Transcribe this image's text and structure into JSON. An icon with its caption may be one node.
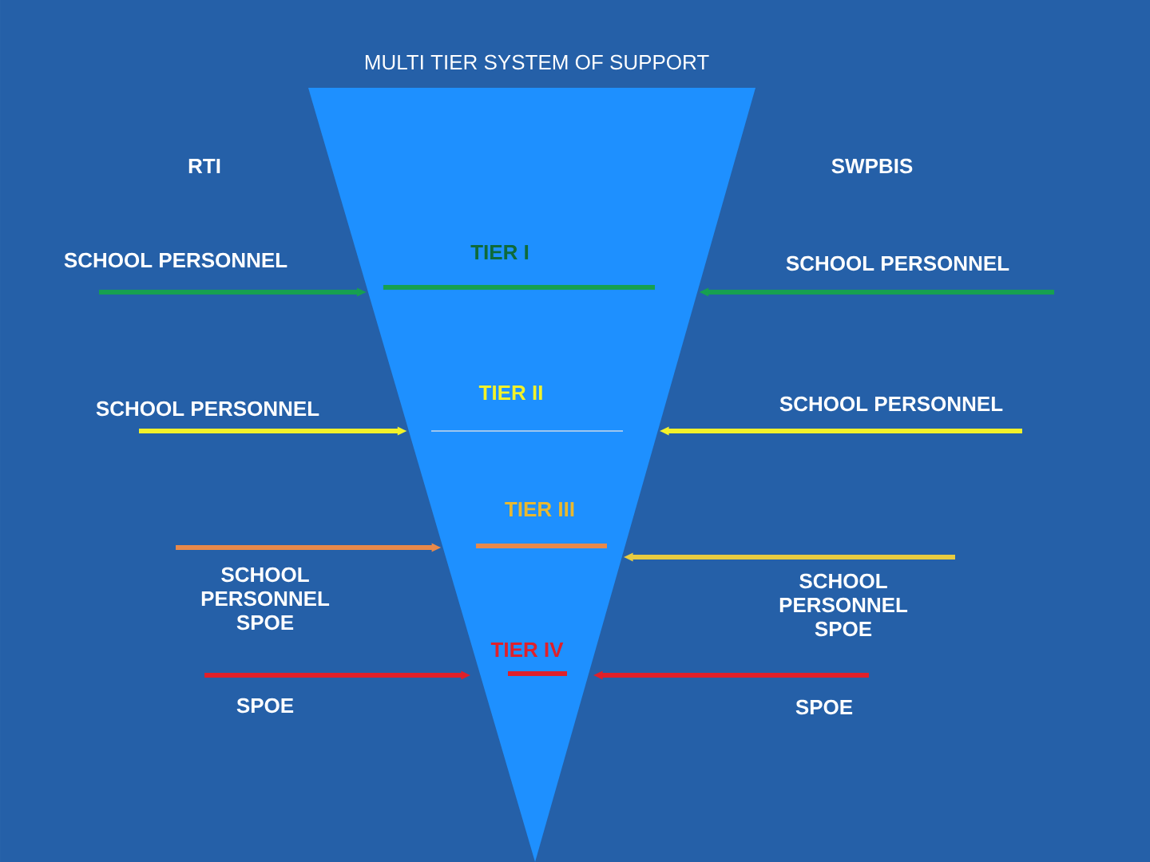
{
  "diagram": {
    "title": "MULTI TIER SYSTEM OF SUPPORT",
    "nodes": [
      {
        "text": [],
        "shape": "triangle"
      },
      {
        "text": [
          "TIER I"
        ],
        "in": 0
      },
      {
        "text": [
          "TIER II"
        ],
        "in": 0
      },
      {
        "text": [
          "TIER III"
        ],
        "in": 0
      },
      {
        "text": [
          "TIER IV"
        ],
        "in": 0
      },
      {
        "text": [
          "SCHOOL PERSONNEL"
        ]
      },
      {
        "text": [
          "SCHOOL PERSONNEL"
        ]
      },
      {
        "text": [
          "SCHOOL PERSONNEL"
        ]
      },
      {
        "text": [
          "SCHOOL PERSONNEL"
        ]
      },
      {
        "text": [
          "SCHOOL PERSONNEL SPOE"
        ]
      },
      {
        "text": [
          "SCHOOL PERSONNEL SPOE"
        ]
      },
      {
        "text": [
          "SPOE"
        ]
      },
      {
        "text": [
          "SPOE"
        ]
      }
    ],
    "edges": [
      {
        "from": 5,
        "to": 0,
        "arrow": "to",
        "color": "#17a050"
      },
      {
        "from": 6,
        "to": 0,
        "arrow": "to",
        "color": "#17a050"
      },
      {
        "from": 7,
        "to": 0,
        "arrow": "to",
        "color": "#f2f22a"
      },
      {
        "from": 8,
        "to": 0,
        "arrow": "to",
        "color": "#f2f22a"
      },
      {
        "from": 9,
        "to": 0,
        "arrow": "to",
        "color": "#e8894a"
      },
      {
        "from": 10,
        "to": 0,
        "arrow": "to",
        "color": "#e8cc40"
      },
      {
        "from": 11,
        "to": 0,
        "arrow": "to",
        "color": "#e0202a"
      },
      {
        "from": 12,
        "to": 0,
        "arrow": "to",
        "color": "#e0202a"
      }
    ],
    "labels": [
      "RTI",
      "SWPBIS"
    ]
  }
}
